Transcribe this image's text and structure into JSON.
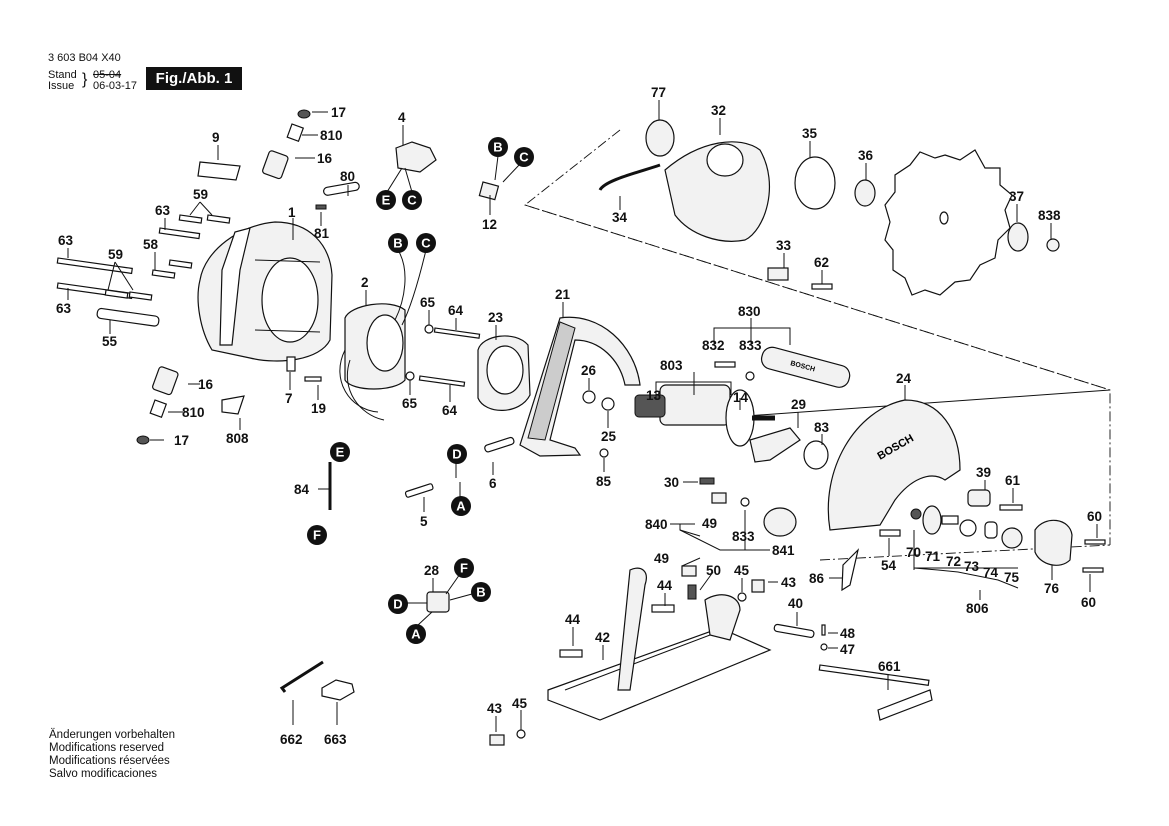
{
  "header": {
    "part_number": "3 603 B04 X40",
    "stand_label": "Stand",
    "issue_label": "Issue",
    "stand_date": "05-04",
    "issue_date": "06-03-17",
    "figure_label": "Fig./Abb. 1"
  },
  "footer_notes": [
    "Änderungen vorbehalten",
    "Modifications reserved",
    "Modifications réservées",
    "Salvo modificaciones"
  ],
  "colors": {
    "ink": "#111111",
    "background": "#ffffff",
    "part_fill": "#f2f2f2"
  },
  "callouts": {
    "c17a": "17",
    "c810a": "810",
    "c16a": "16",
    "c9": "9",
    "c80": "80",
    "c81": "81",
    "c1": "1",
    "c59a": "59",
    "c63a": "63",
    "c63b": "63",
    "c58": "58",
    "c59b": "59",
    "c63c": "63",
    "c55": "55",
    "c16b": "16",
    "c810b": "810",
    "c17b": "17",
    "c808": "808",
    "c7": "7",
    "c19": "19",
    "c4": "4",
    "c12": "12",
    "c2": "2",
    "c65a": "65",
    "c64a": "64",
    "c65b": "65",
    "c64b": "64",
    "c23": "23",
    "c21": "21",
    "c26": "26",
    "c25": "25",
    "c85": "85",
    "c6": "6",
    "c5": "5",
    "c84": "84",
    "c77": "77",
    "c32": "32",
    "c34": "34",
    "c35": "35",
    "c36": "36",
    "c37": "37",
    "c838": "838",
    "c33": "33",
    "c62": "62",
    "c830": "830",
    "c832": "832",
    "c833a": "833",
    "c803": "803",
    "c13": "13",
    "c14": "14",
    "c29": "29",
    "c83": "83",
    "c30": "30",
    "c24": "24",
    "c39": "39",
    "c61": "61",
    "c60a": "60",
    "c60b": "60",
    "c54": "54",
    "c70": "70",
    "c71": "71",
    "c72": "72",
    "c73": "73",
    "c74": "74",
    "c75": "75",
    "c76": "76",
    "c806": "806",
    "c86": "86",
    "c840": "840",
    "c49a": "49",
    "c833b": "833",
    "c841": "841",
    "c49b": "49",
    "c50": "50",
    "c45a": "45",
    "c43a": "43",
    "c44a": "44",
    "c40": "40",
    "c48": "48",
    "c47": "47",
    "c44b": "44",
    "c42": "42",
    "c661": "661",
    "c43b": "43",
    "c45b": "45",
    "c28": "28",
    "c662": "662",
    "c663": "663"
  },
  "connectors": {
    "B1": "B",
    "C1": "C",
    "E1": "E",
    "C2": "C",
    "B2": "B",
    "C3": "C",
    "E2": "E",
    "F1": "F",
    "D1": "D",
    "A1": "A",
    "F2": "F",
    "B3": "B",
    "D2": "D",
    "A2": "A"
  },
  "brand_marks": {
    "handle": "BOSCH",
    "guard": "BOSCH"
  }
}
